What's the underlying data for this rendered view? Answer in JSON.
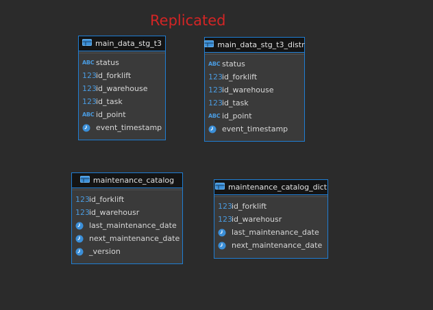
{
  "annotation": "Replicated",
  "colors": {
    "background": "#2b2b2b",
    "entity_border": "#1f7fd6",
    "entity_header_bg": "#141414",
    "entity_body_bg": "#3a3a3a",
    "annotation_text": "#d32525",
    "type_icon": "#4a9be0"
  },
  "entities": {
    "t3": {
      "title": "main_data_stg_t3",
      "icon": "table-icon",
      "attributes": [
        {
          "name": "status",
          "type_icon": "text-type-icon",
          "type_glyph": "ABC"
        },
        {
          "name": "id_forklift",
          "type_icon": "numeric-type-icon",
          "type_glyph": "123"
        },
        {
          "name": "id_warehouse",
          "type_icon": "numeric-type-icon",
          "type_glyph": "123"
        },
        {
          "name": "id_task",
          "type_icon": "numeric-type-icon",
          "type_glyph": "123"
        },
        {
          "name": "id_point",
          "type_icon": "text-type-icon",
          "type_glyph": "ABC"
        },
        {
          "name": "event_timestamp",
          "type_icon": "datetime-type-icon",
          "type_glyph": ""
        }
      ]
    },
    "t3_distr": {
      "title": "main_data_stg_t3_distr",
      "icon": "table-icon",
      "attributes": [
        {
          "name": "status",
          "type_icon": "text-type-icon",
          "type_glyph": "ABC"
        },
        {
          "name": "id_forklift",
          "type_icon": "numeric-type-icon",
          "type_glyph": "123"
        },
        {
          "name": "id_warehouse",
          "type_icon": "numeric-type-icon",
          "type_glyph": "123"
        },
        {
          "name": "id_task",
          "type_icon": "numeric-type-icon",
          "type_glyph": "123"
        },
        {
          "name": "id_point",
          "type_icon": "text-type-icon",
          "type_glyph": "ABC"
        },
        {
          "name": "event_timestamp",
          "type_icon": "datetime-type-icon",
          "type_glyph": ""
        }
      ]
    },
    "catalog": {
      "title": "maintenance_catalog",
      "icon": "table-icon",
      "attributes": [
        {
          "name": "id_forklift",
          "type_icon": "numeric-type-icon",
          "type_glyph": "123"
        },
        {
          "name": "id_warehousr",
          "type_icon": "numeric-type-icon",
          "type_glyph": "123"
        },
        {
          "name": "last_maintenance_date",
          "type_icon": "datetime-type-icon",
          "type_glyph": ""
        },
        {
          "name": "next_maintenance_date",
          "type_icon": "datetime-type-icon",
          "type_glyph": ""
        },
        {
          "name": "_version",
          "type_icon": "datetime-type-icon",
          "type_glyph": ""
        }
      ]
    },
    "catalog_dict": {
      "title": "maintenance_catalog_dict",
      "icon": "table-icon",
      "attributes": [
        {
          "name": "id_forklift",
          "type_icon": "numeric-type-icon",
          "type_glyph": "123"
        },
        {
          "name": "id_warehousr",
          "type_icon": "numeric-type-icon",
          "type_glyph": "123"
        },
        {
          "name": "last_maintenance_date",
          "type_icon": "datetime-type-icon",
          "type_glyph": ""
        },
        {
          "name": "next_maintenance_date",
          "type_icon": "datetime-type-icon",
          "type_glyph": ""
        }
      ]
    }
  }
}
